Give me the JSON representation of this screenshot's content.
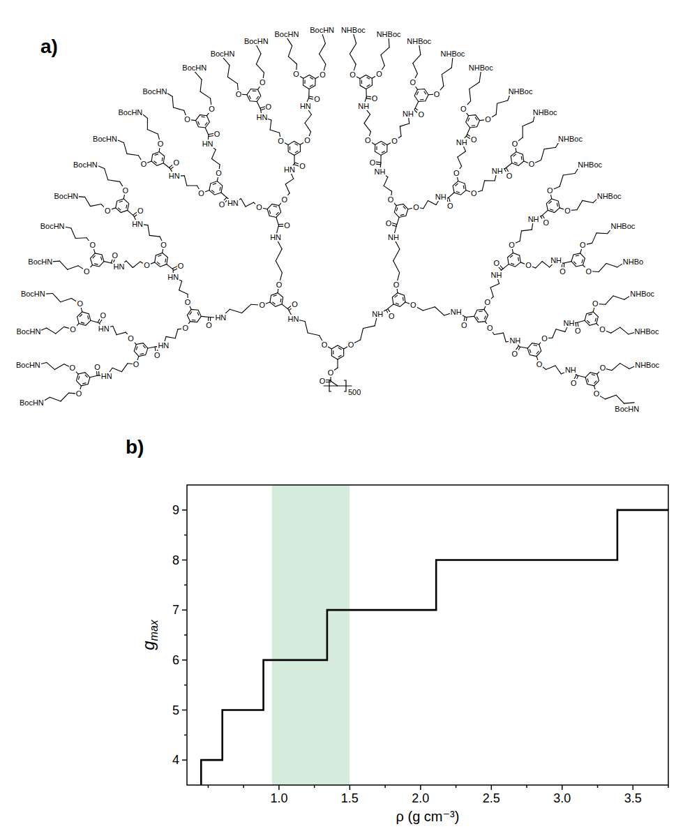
{
  "diagram": {
    "labels": [
      "a)",
      "O",
      "O",
      "500",
      "O",
      "HN",
      "O",
      "O",
      "HN",
      "O",
      "O",
      "HN",
      "O",
      "O",
      "HN",
      "O",
      "O",
      "BocHN",
      "O",
      "BocHN",
      "O",
      "HN",
      "O",
      "O",
      "BocHN",
      "O",
      "BocHN",
      "O",
      "HN",
      "O",
      "O",
      "HN",
      "O",
      "O",
      "BocHN",
      "O",
      "BocHN",
      "O",
      "HN",
      "O",
      "O",
      "BocHN",
      "O",
      "BocHN",
      "O",
      "HN",
      "O",
      "O",
      "HN",
      "O",
      "O",
      "HN",
      "O",
      "O",
      "BocHN",
      "O",
      "BocHN",
      "O",
      "HN",
      "O",
      "O",
      "BocHN",
      "O",
      "BocHN",
      "O",
      "HN",
      "O",
      "O",
      "HN",
      "O",
      "O",
      "BocHN",
      "O",
      "BocHN",
      "O",
      "HN",
      "O",
      "O",
      "BocHN",
      "O",
      "BocHN",
      "O",
      "NH",
      "O",
      "O",
      "NH",
      "O",
      "O",
      "NH",
      "O",
      "O",
      "NH",
      "O",
      "O",
      "NHBoc",
      "O",
      "NHBoc",
      "O",
      "NH",
      "O",
      "O",
      "NHBoc",
      "O",
      "NHBoc",
      "O",
      "NH",
      "O",
      "O",
      "NH",
      "O",
      "O",
      "NHBoc",
      "O",
      "NHBoc",
      "O",
      "NH",
      "O",
      "O",
      "NHBoc",
      "O",
      "NHBoc",
      "O",
      "NH",
      "O",
      "O",
      "NH",
      "O",
      "O",
      "NH",
      "O",
      "O",
      "NHBoc",
      "O",
      "NHBoc",
      "O",
      "NH",
      "O",
      "O",
      "NHBoc",
      "O",
      "NHBo",
      "O",
      "NH",
      "O",
      "O",
      "NH",
      "O",
      "O",
      "NHBoc",
      "O",
      "NHBoc",
      "O",
      "NH",
      "O",
      "O",
      "NHBoc",
      "O",
      "BocHN",
      "b)",
      "4",
      "5",
      "6",
      "7",
      "8",
      "9",
      "1.0",
      "1.5",
      "2.0",
      "2.5",
      "3.0",
      "3.5",
      "g",
      "max",
      "ρ (g cm⁻³)"
    ]
  }
}
